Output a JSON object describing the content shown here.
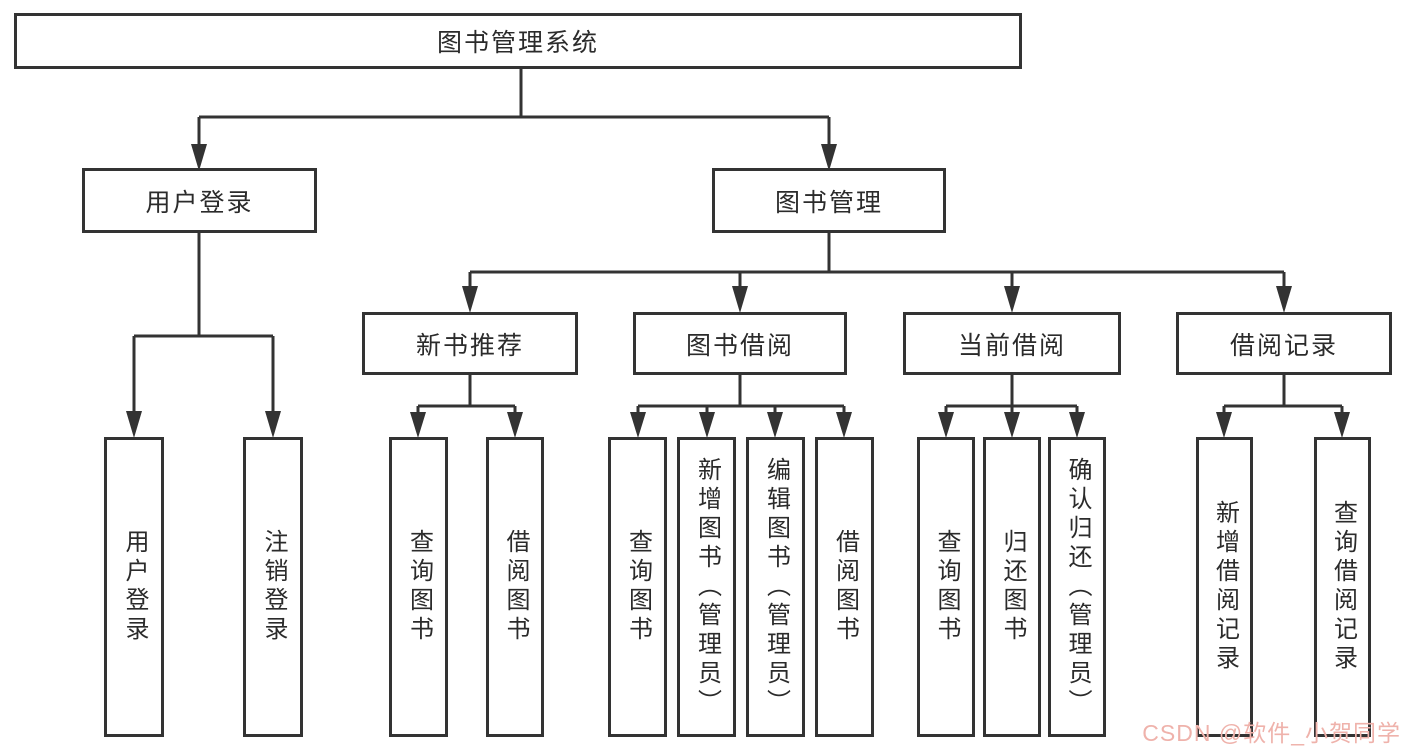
{
  "page": {
    "background_color": "#ffffff",
    "line_color": "#333333",
    "text_color": "#2b2b2b",
    "watermark_color": "#efb2ab"
  },
  "tree": {
    "root": "图书管理系统",
    "level2": [
      "用户登录",
      "图书管理"
    ],
    "level3": [
      "新书推荐",
      "图书借阅",
      "当前借阅",
      "借阅记录"
    ],
    "leaves_user_login": [
      "用户登录",
      "注销登录"
    ],
    "leaves_new_book": [
      "查询图书",
      "借阅图书"
    ],
    "leaves_book_borrow": [
      "查询图书",
      "新增图书（管理员）",
      "编辑图书（管理员）",
      "借阅图书"
    ],
    "leaves_current_borrow": [
      "查询图书",
      "归还图书",
      "确认归还（管理员）"
    ],
    "leaves_borrow_record": [
      "新增借阅记录",
      "查询借阅记录"
    ]
  },
  "watermark": "CSDN @软件_小贺同学"
}
